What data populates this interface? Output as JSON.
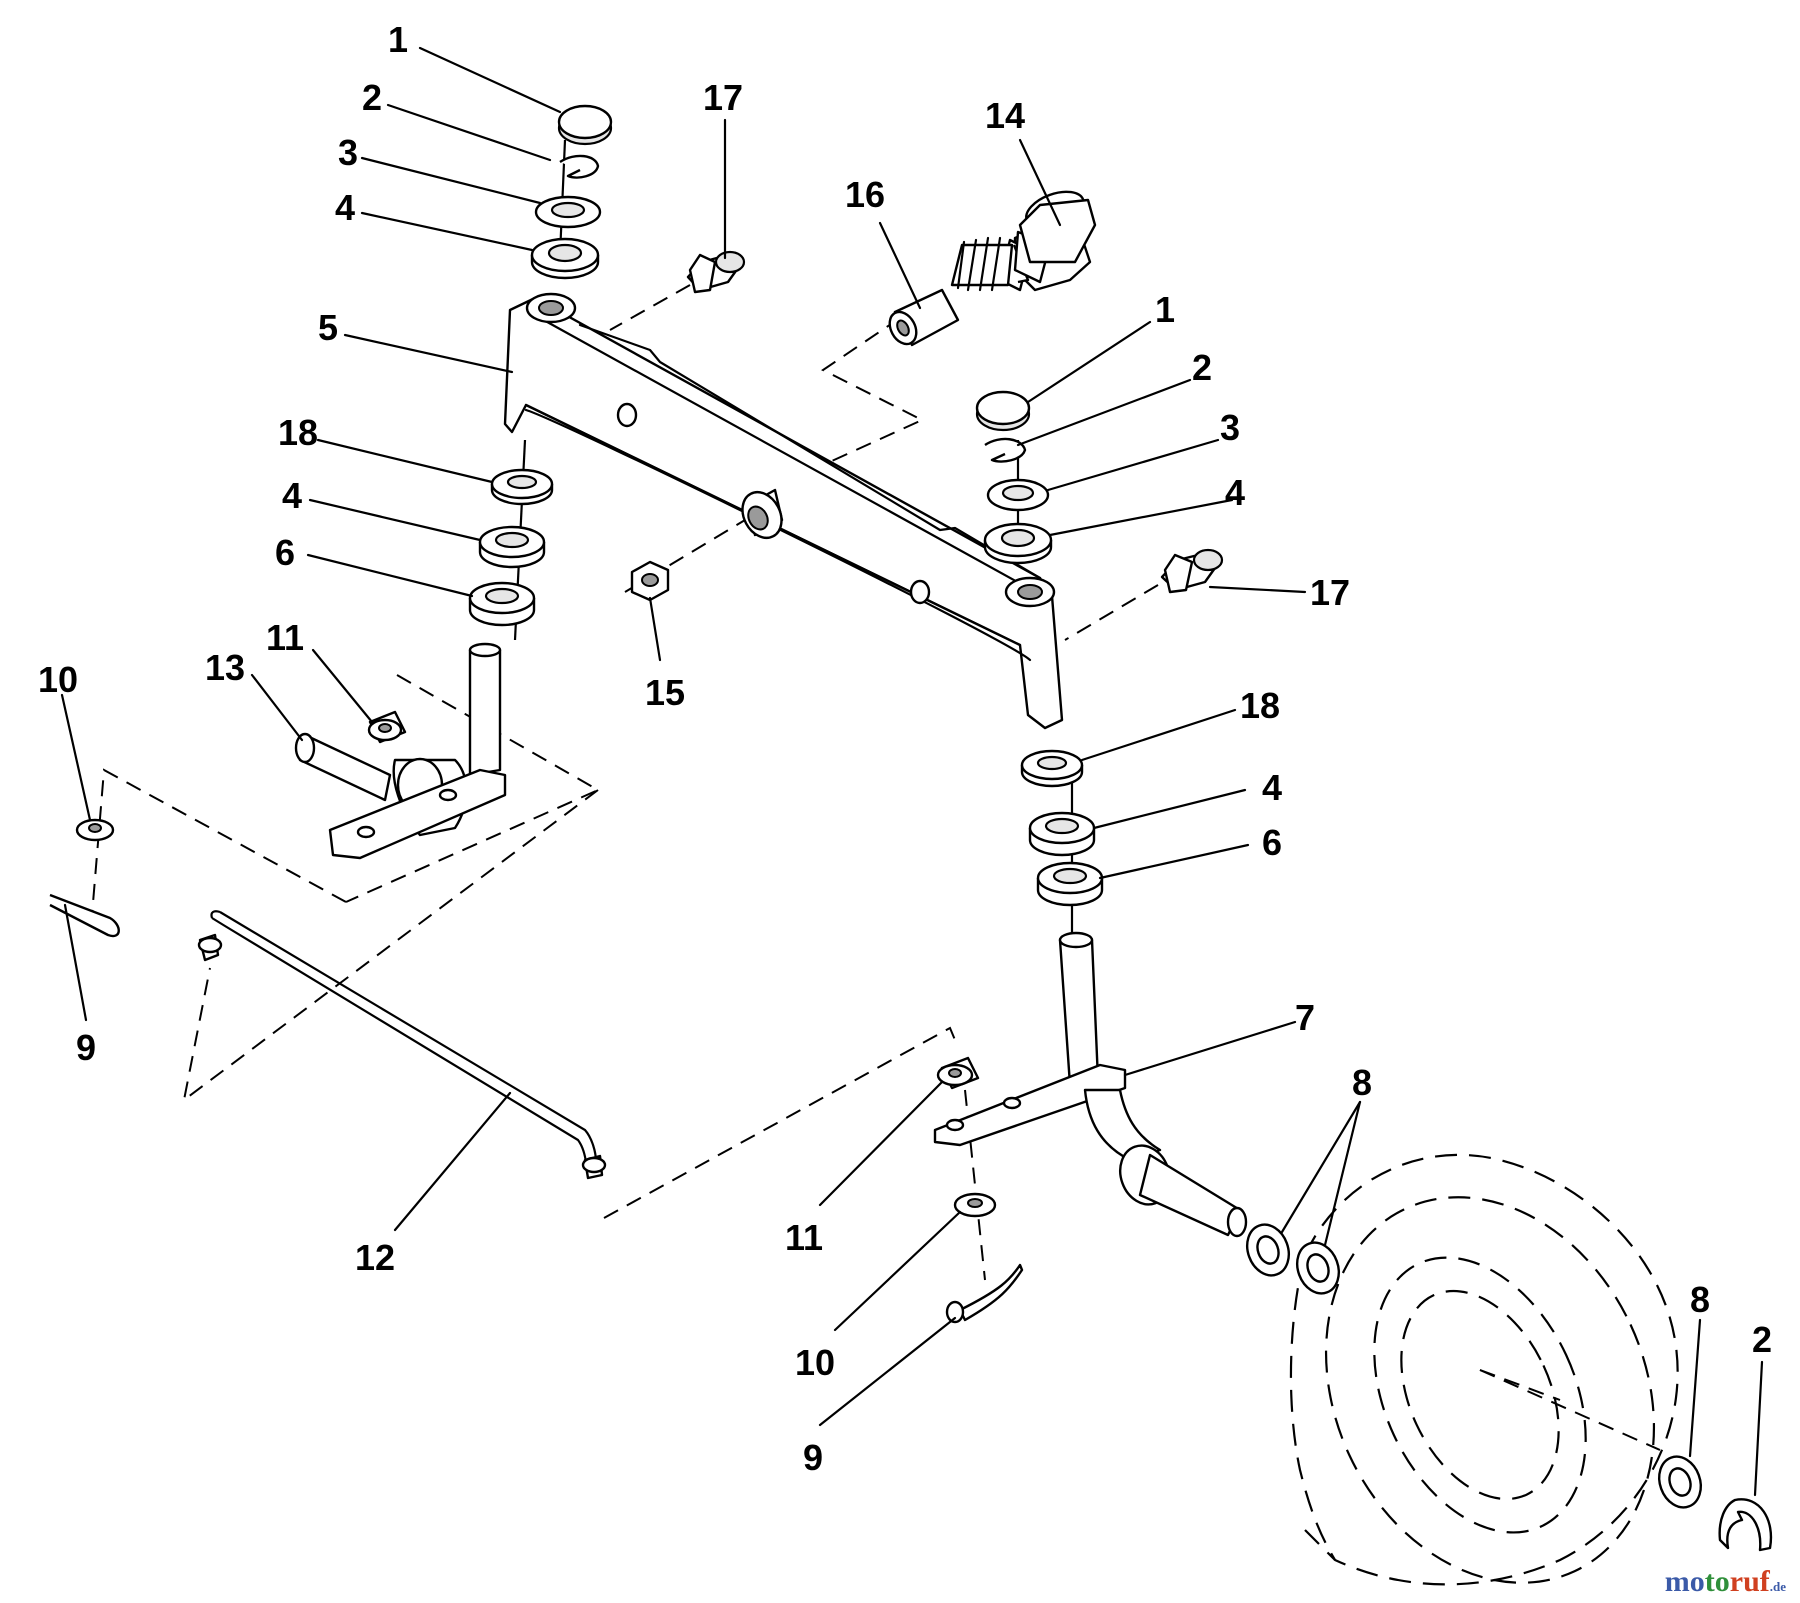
{
  "callouts": {
    "c1a": "1",
    "c2a": "2",
    "c3a": "3",
    "c4a": "4",
    "c5": "5",
    "c17a": "17",
    "c16": "16",
    "c14": "14",
    "c1b": "1",
    "c2b": "2",
    "c3b": "3",
    "c4b": "4",
    "c18a": "18",
    "c4c": "4",
    "c6a": "6",
    "c17b": "17",
    "c15": "15",
    "c11a": "11",
    "c13": "13",
    "c10a": "10",
    "c9a": "9",
    "c18b": "18",
    "c4d": "4",
    "c6b": "6",
    "c7": "7",
    "c8a": "8",
    "c12": "12",
    "c11b": "11",
    "c10b": "10",
    "c9b": "9",
    "c8b": "8",
    "c2c": "2"
  },
  "watermark": {
    "part1": "mo",
    "part2": "to",
    "part3": "ruf",
    "tld": ".de"
  },
  "colors": {
    "line": "#000000",
    "background": "#ffffff",
    "watermark_blue": "#3b5aa8",
    "watermark_green": "#2f8f3a",
    "watermark_red": "#d04020"
  }
}
